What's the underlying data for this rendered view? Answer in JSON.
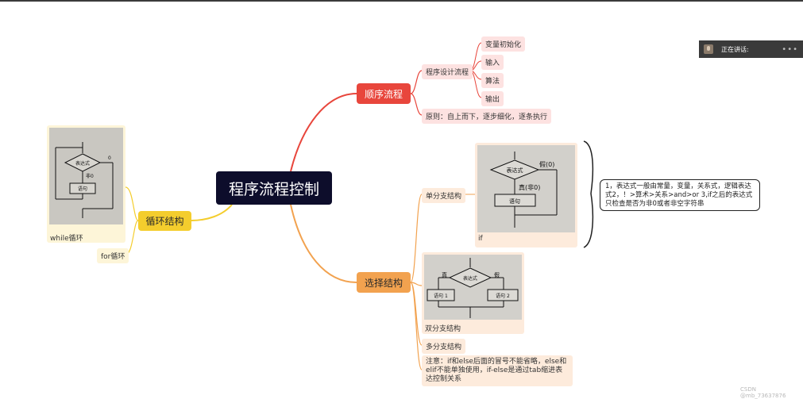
{
  "root": {
    "label": "程序流程控制"
  },
  "sequence": {
    "label": "顺序流程",
    "design": {
      "label": "程序设计流程",
      "steps": [
        "变量初始化",
        "输入",
        "算法",
        "输出"
      ]
    },
    "principle": "原则：自上而下，逐步细化，逐条执行"
  },
  "selection": {
    "label": "选择结构",
    "single": {
      "label": "单分支结构",
      "caption": "if",
      "diagram": {
        "cond": "表达式",
        "false_label": "假(0)",
        "true_label": "真(非0)",
        "stmt": "语句"
      }
    },
    "double": {
      "label": "双分支结构",
      "diagram": {
        "cond": "表达式",
        "true_label": "真",
        "false_label": "假",
        "stmt1": "语句 1",
        "stmt2": "语句 2"
      }
    },
    "multi": {
      "label": "多分支结构"
    },
    "note": "注意：if和else后面的冒号不能省略，else和elif不能单独使用，if-else是通过tab缩进表达控制关系"
  },
  "loop": {
    "label": "循环结构",
    "while": {
      "caption": "while循环",
      "diagram": {
        "cond": "表达式",
        "nonzero": "非0",
        "zero": "0",
        "stmt": "语句"
      }
    },
    "for": {
      "label": "for循环"
    }
  },
  "expression_note": "1，表达式一般由常量，变量，关系式，逻辑表达式2，！>算术>关系>and>or 3,if之后的表达式只检查是否为非0或者非空字符串",
  "meeting": {
    "speaking_label": "正在讲话:",
    "more": "•••"
  },
  "watermark": "CSDN @mb_73637876",
  "colors": {
    "root": "#0d0d2b",
    "sequence": "#e8463c",
    "selection": "#f2a24f",
    "loop": "#f4cd2d"
  }
}
